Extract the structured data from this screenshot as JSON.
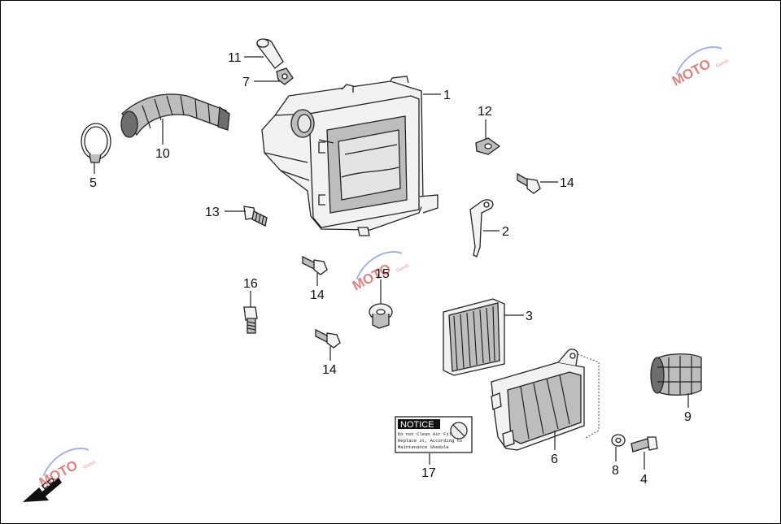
{
  "callouts": [
    {
      "id": "1",
      "label": "1"
    },
    {
      "id": "2",
      "label": "2"
    },
    {
      "id": "3",
      "label": "3"
    },
    {
      "id": "4",
      "label": "4"
    },
    {
      "id": "5",
      "label": "5"
    },
    {
      "id": "6",
      "label": "6"
    },
    {
      "id": "7",
      "label": "7"
    },
    {
      "id": "8",
      "label": "8"
    },
    {
      "id": "9",
      "label": "9"
    },
    {
      "id": "10",
      "label": "10"
    },
    {
      "id": "11",
      "label": "11"
    },
    {
      "id": "12",
      "label": "12"
    },
    {
      "id": "13",
      "label": "13"
    },
    {
      "id": "14a",
      "label": "14"
    },
    {
      "id": "14b",
      "label": "14"
    },
    {
      "id": "14c",
      "label": "14"
    },
    {
      "id": "15",
      "label": "15"
    },
    {
      "id": "16",
      "label": "16"
    },
    {
      "id": "17",
      "label": "17"
    }
  ],
  "notice": {
    "heading": "NOTICE",
    "line1": "Do not Clean Air Filter",
    "line2": "Replace it, According to",
    "line3": "Maintenance Shedule"
  },
  "direction": {
    "label": "FR."
  },
  "watermark": {
    "text": "MOTO",
    "sub": "Gurus"
  },
  "colors": {
    "watermark": "#d25a5a",
    "watermark_blue": "#5a6fd2",
    "line": "#222222"
  }
}
